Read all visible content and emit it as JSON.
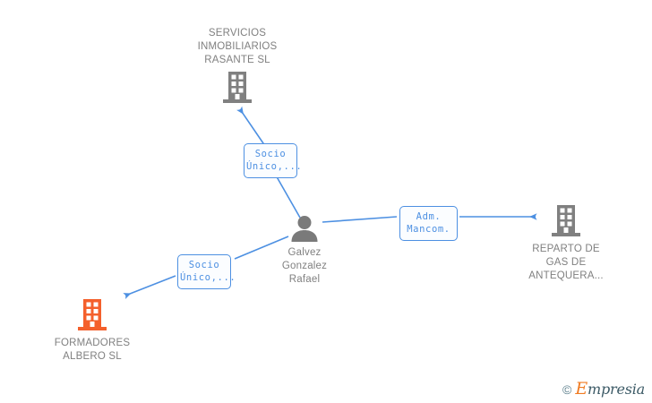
{
  "diagram": {
    "type": "relationship-graph",
    "background_color": "#ffffff",
    "edge_color": "#4d90e2",
    "node_text_color": "#808080",
    "nodes": [
      {
        "id": "servicios-inmobiliarios-rasante",
        "kind": "company",
        "icon": "building-icon",
        "icon_color": "#808080",
        "label": "SERVICIOS\nINMOBILIARIOS\nRASANTE SL",
        "label_position": "above"
      },
      {
        "id": "galvez-gonzalez-rafael",
        "kind": "person",
        "icon": "person-icon",
        "icon_color": "#7a7a7a",
        "label": "Galvez\nGonzalez\nRafael",
        "label_position": "below"
      },
      {
        "id": "reparto-de-gas-de-antequera",
        "kind": "company",
        "icon": "building-icon",
        "icon_color": "#808080",
        "label": "REPARTO DE\nGAS DE\nANTEQUERA...",
        "label_position": "below"
      },
      {
        "id": "formadores-albero",
        "kind": "company",
        "icon": "building-icon",
        "icon_color": "#f4602c",
        "label": "FORMADORES\nALBERO SL",
        "label_position": "below"
      }
    ],
    "edges": [
      {
        "id": "edge-rasante",
        "from": "galvez-gonzalez-rafael",
        "to": "servicios-inmobiliarios-rasante",
        "label": "Socio\nÚnico,...",
        "direction": "up-left"
      },
      {
        "id": "edge-gas",
        "from": "galvez-gonzalez-rafael",
        "to": "reparto-de-gas-de-antequera",
        "label": "Adm.\nMancom.",
        "direction": "right"
      },
      {
        "id": "edge-albero",
        "from": "galvez-gonzalez-rafael",
        "to": "formadores-albero",
        "label": "Socio\nÚnico,...",
        "direction": "down-left"
      }
    ]
  },
  "watermark": {
    "copyright": "©",
    "brand_initial": "E",
    "brand_rest": "mpresia"
  }
}
